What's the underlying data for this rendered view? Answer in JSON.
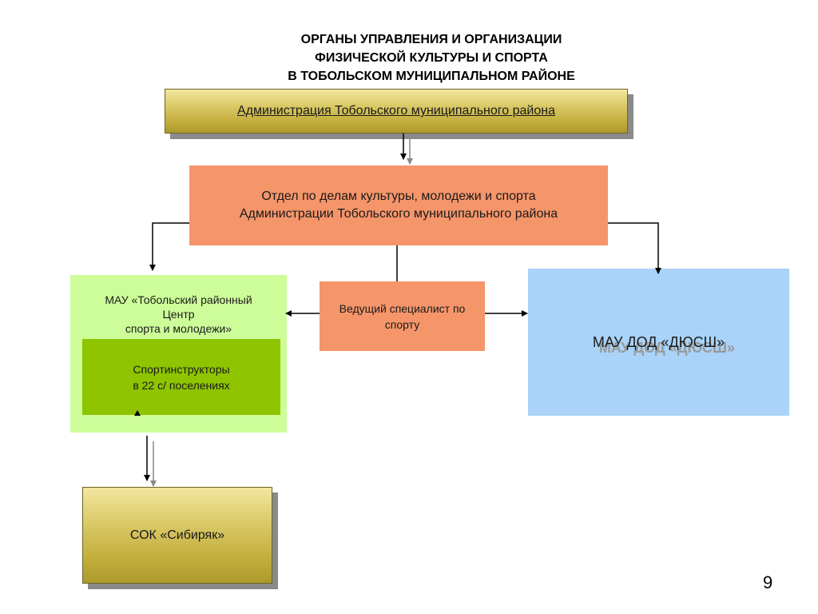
{
  "title": {
    "line1": "ОРГАНЫ УПРАВЛЕНИЯ И ОРГАНИЗАЦИИ",
    "line2": "ФИЗИЧЕСКОЙ КУЛЬТУРЫ И СПОРТА",
    "line3": "В ТОБОЛЬСКОМ МУНИЦИПАЛЬНОМ РАЙОНЕ"
  },
  "nodes": {
    "admin": "Администрация Тобольского муниципального района",
    "dept": {
      "line1": "Отдел по делам культуры, молодежи и спорта",
      "line2": "Администрации Тобольского муниципального района"
    },
    "lead": {
      "line1": "Ведущий специалист по",
      "line2": "спорту"
    },
    "mau_center": {
      "line1": "МАУ «Тобольский районный",
      "line2": "Центр",
      "line3": "спорта и молодежи»"
    },
    "instructors": {
      "line1": "Спортинструкторы",
      "line2": "в 22 с/ поселениях"
    },
    "dush": "МАУ ДОД «ДЮСШ»",
    "sok": "СОК «Сибиряк»"
  },
  "page_number": "9",
  "colors": {
    "gold": "#d4c25a",
    "salmon": "#f5956a",
    "light_green": "#ccfd99",
    "green": "#8ec400",
    "light_blue": "#a9d3f8"
  }
}
